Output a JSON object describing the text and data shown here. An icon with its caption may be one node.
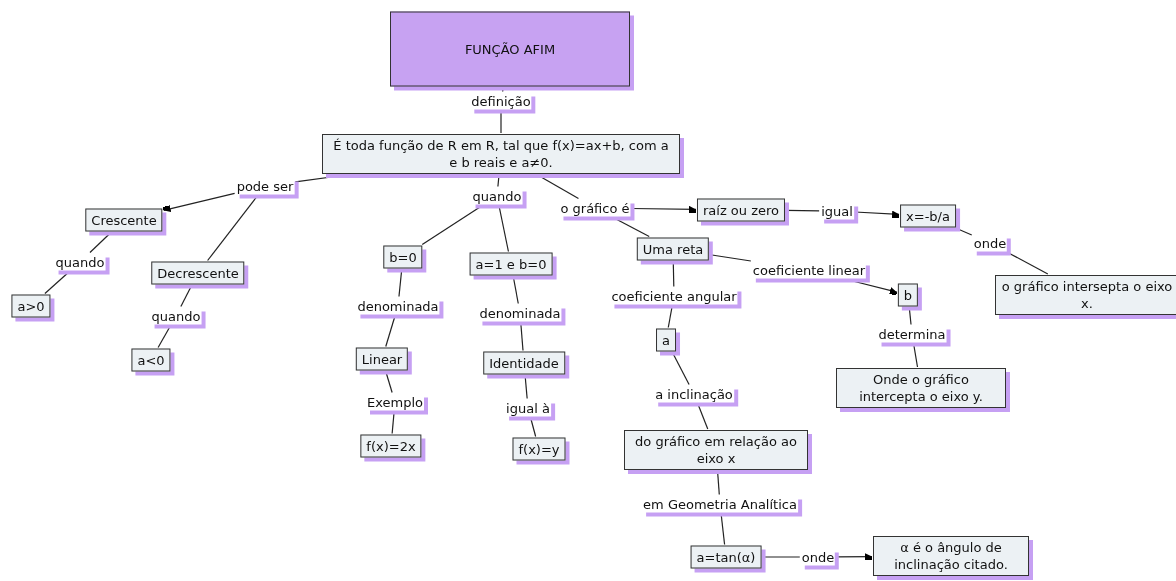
{
  "diagram": {
    "nodes": [
      {
        "text": [
          "FUNÇÃO AFIM"
        ]
      },
      {
        "text": [
          "definição"
        ]
      },
      {
        "text": [
          "É toda função de R em R, tal que f(x)=ax+b, com a e b reais e a≠0."
        ]
      },
      {
        "text": [
          "pode ser"
        ]
      },
      {
        "text": [
          "Crescente"
        ]
      },
      {
        "text": [
          "quando"
        ]
      },
      {
        "text": [
          "a>0"
        ]
      },
      {
        "text": [
          "Decrescente"
        ]
      },
      {
        "text": [
          "quando"
        ]
      },
      {
        "text": [
          "a<0"
        ]
      },
      {
        "text": [
          "quando"
        ]
      },
      {
        "text": [
          "b=0"
        ]
      },
      {
        "text": [
          "denominada"
        ]
      },
      {
        "text": [
          "Linear"
        ]
      },
      {
        "text": [
          "Exemplo"
        ]
      },
      {
        "text": [
          "f(x)=2x"
        ]
      },
      {
        "text": [
          "a=1 e b=0"
        ]
      },
      {
        "text": [
          "denominada"
        ]
      },
      {
        "text": [
          "Identidade"
        ]
      },
      {
        "text": [
          "igual à"
        ]
      },
      {
        "text": [
          "f(x)=y"
        ]
      },
      {
        "text": [
          "o gráfico é"
        ]
      },
      {
        "text": [
          "raíz ou zero"
        ]
      },
      {
        "text": [
          "igual"
        ]
      },
      {
        "text": [
          "x=-b/a"
        ]
      },
      {
        "text": [
          "onde"
        ]
      },
      {
        "text": [
          "o gráfico intersepta o eixo x."
        ]
      },
      {
        "text": [
          "Uma reta"
        ]
      },
      {
        "text": [
          "coeficiente linear"
        ]
      },
      {
        "text": [
          "b"
        ]
      },
      {
        "text": [
          "determina"
        ]
      },
      {
        "text": [
          "Onde o gráfico intercepta o eixo y."
        ]
      },
      {
        "text": [
          "coeficiente angular"
        ]
      },
      {
        "text": [
          "a"
        ]
      },
      {
        "text": [
          "a inclinação"
        ]
      },
      {
        "text": [
          "do gráfico em relação ao eixo x"
        ]
      },
      {
        "text": [
          "em Geometria Analítica"
        ]
      },
      {
        "text": [
          "a=tan(α)"
        ]
      },
      {
        "text": [
          "onde"
        ]
      },
      {
        "text": [
          "α é o ângulo de inclinação citado."
        ]
      }
    ],
    "edges": [
      {
        "from": 0,
        "to": 1,
        "arrow": "none"
      },
      {
        "from": 1,
        "to": 2,
        "arrow": "none"
      },
      {
        "from": 2,
        "to": 3,
        "arrow": "none"
      },
      {
        "from": 3,
        "to": 4,
        "arrow": "to"
      },
      {
        "from": 3,
        "to": 7,
        "arrow": "none"
      },
      {
        "from": 4,
        "to": 5,
        "arrow": "none"
      },
      {
        "from": 5,
        "to": 6,
        "arrow": "none"
      },
      {
        "from": 7,
        "to": 8,
        "arrow": "none"
      },
      {
        "from": 8,
        "to": 9,
        "arrow": "none"
      },
      {
        "from": 2,
        "to": 10,
        "arrow": "none"
      },
      {
        "from": 10,
        "to": 11,
        "arrow": "none"
      },
      {
        "from": 10,
        "to": 16,
        "arrow": "none"
      },
      {
        "from": 11,
        "to": 12,
        "arrow": "none"
      },
      {
        "from": 12,
        "to": 13,
        "arrow": "none"
      },
      {
        "from": 13,
        "to": 14,
        "arrow": "none"
      },
      {
        "from": 14,
        "to": 15,
        "arrow": "none"
      },
      {
        "from": 16,
        "to": 17,
        "arrow": "none"
      },
      {
        "from": 17,
        "to": 18,
        "arrow": "none"
      },
      {
        "from": 18,
        "to": 19,
        "arrow": "none"
      },
      {
        "from": 19,
        "to": 20,
        "arrow": "none"
      },
      {
        "from": 2,
        "to": 21,
        "arrow": "none"
      },
      {
        "from": 21,
        "to": 22,
        "arrow": "to"
      },
      {
        "from": 21,
        "to": 27,
        "arrow": "none"
      },
      {
        "from": 22,
        "to": 23,
        "arrow": "none"
      },
      {
        "from": 23,
        "to": 24,
        "arrow": "to"
      },
      {
        "from": 24,
        "to": 25,
        "arrow": "none"
      },
      {
        "from": 25,
        "to": 26,
        "arrow": "none"
      },
      {
        "from": 27,
        "to": 28,
        "arrow": "none"
      },
      {
        "from": 28,
        "to": 29,
        "arrow": "to"
      },
      {
        "from": 29,
        "to": 30,
        "arrow": "none"
      },
      {
        "from": 30,
        "to": 31,
        "arrow": "none"
      },
      {
        "from": 27,
        "to": 32,
        "arrow": "none"
      },
      {
        "from": 32,
        "to": 33,
        "arrow": "none"
      },
      {
        "from": 33,
        "to": 34,
        "arrow": "none"
      },
      {
        "from": 34,
        "to": 35,
        "arrow": "none"
      },
      {
        "from": 35,
        "to": 36,
        "arrow": "none"
      },
      {
        "from": 36,
        "to": 37,
        "arrow": "none"
      },
      {
        "from": 37,
        "to": 38,
        "arrow": "none"
      },
      {
        "from": 38,
        "to": 39,
        "arrow": "to"
      }
    ]
  }
}
